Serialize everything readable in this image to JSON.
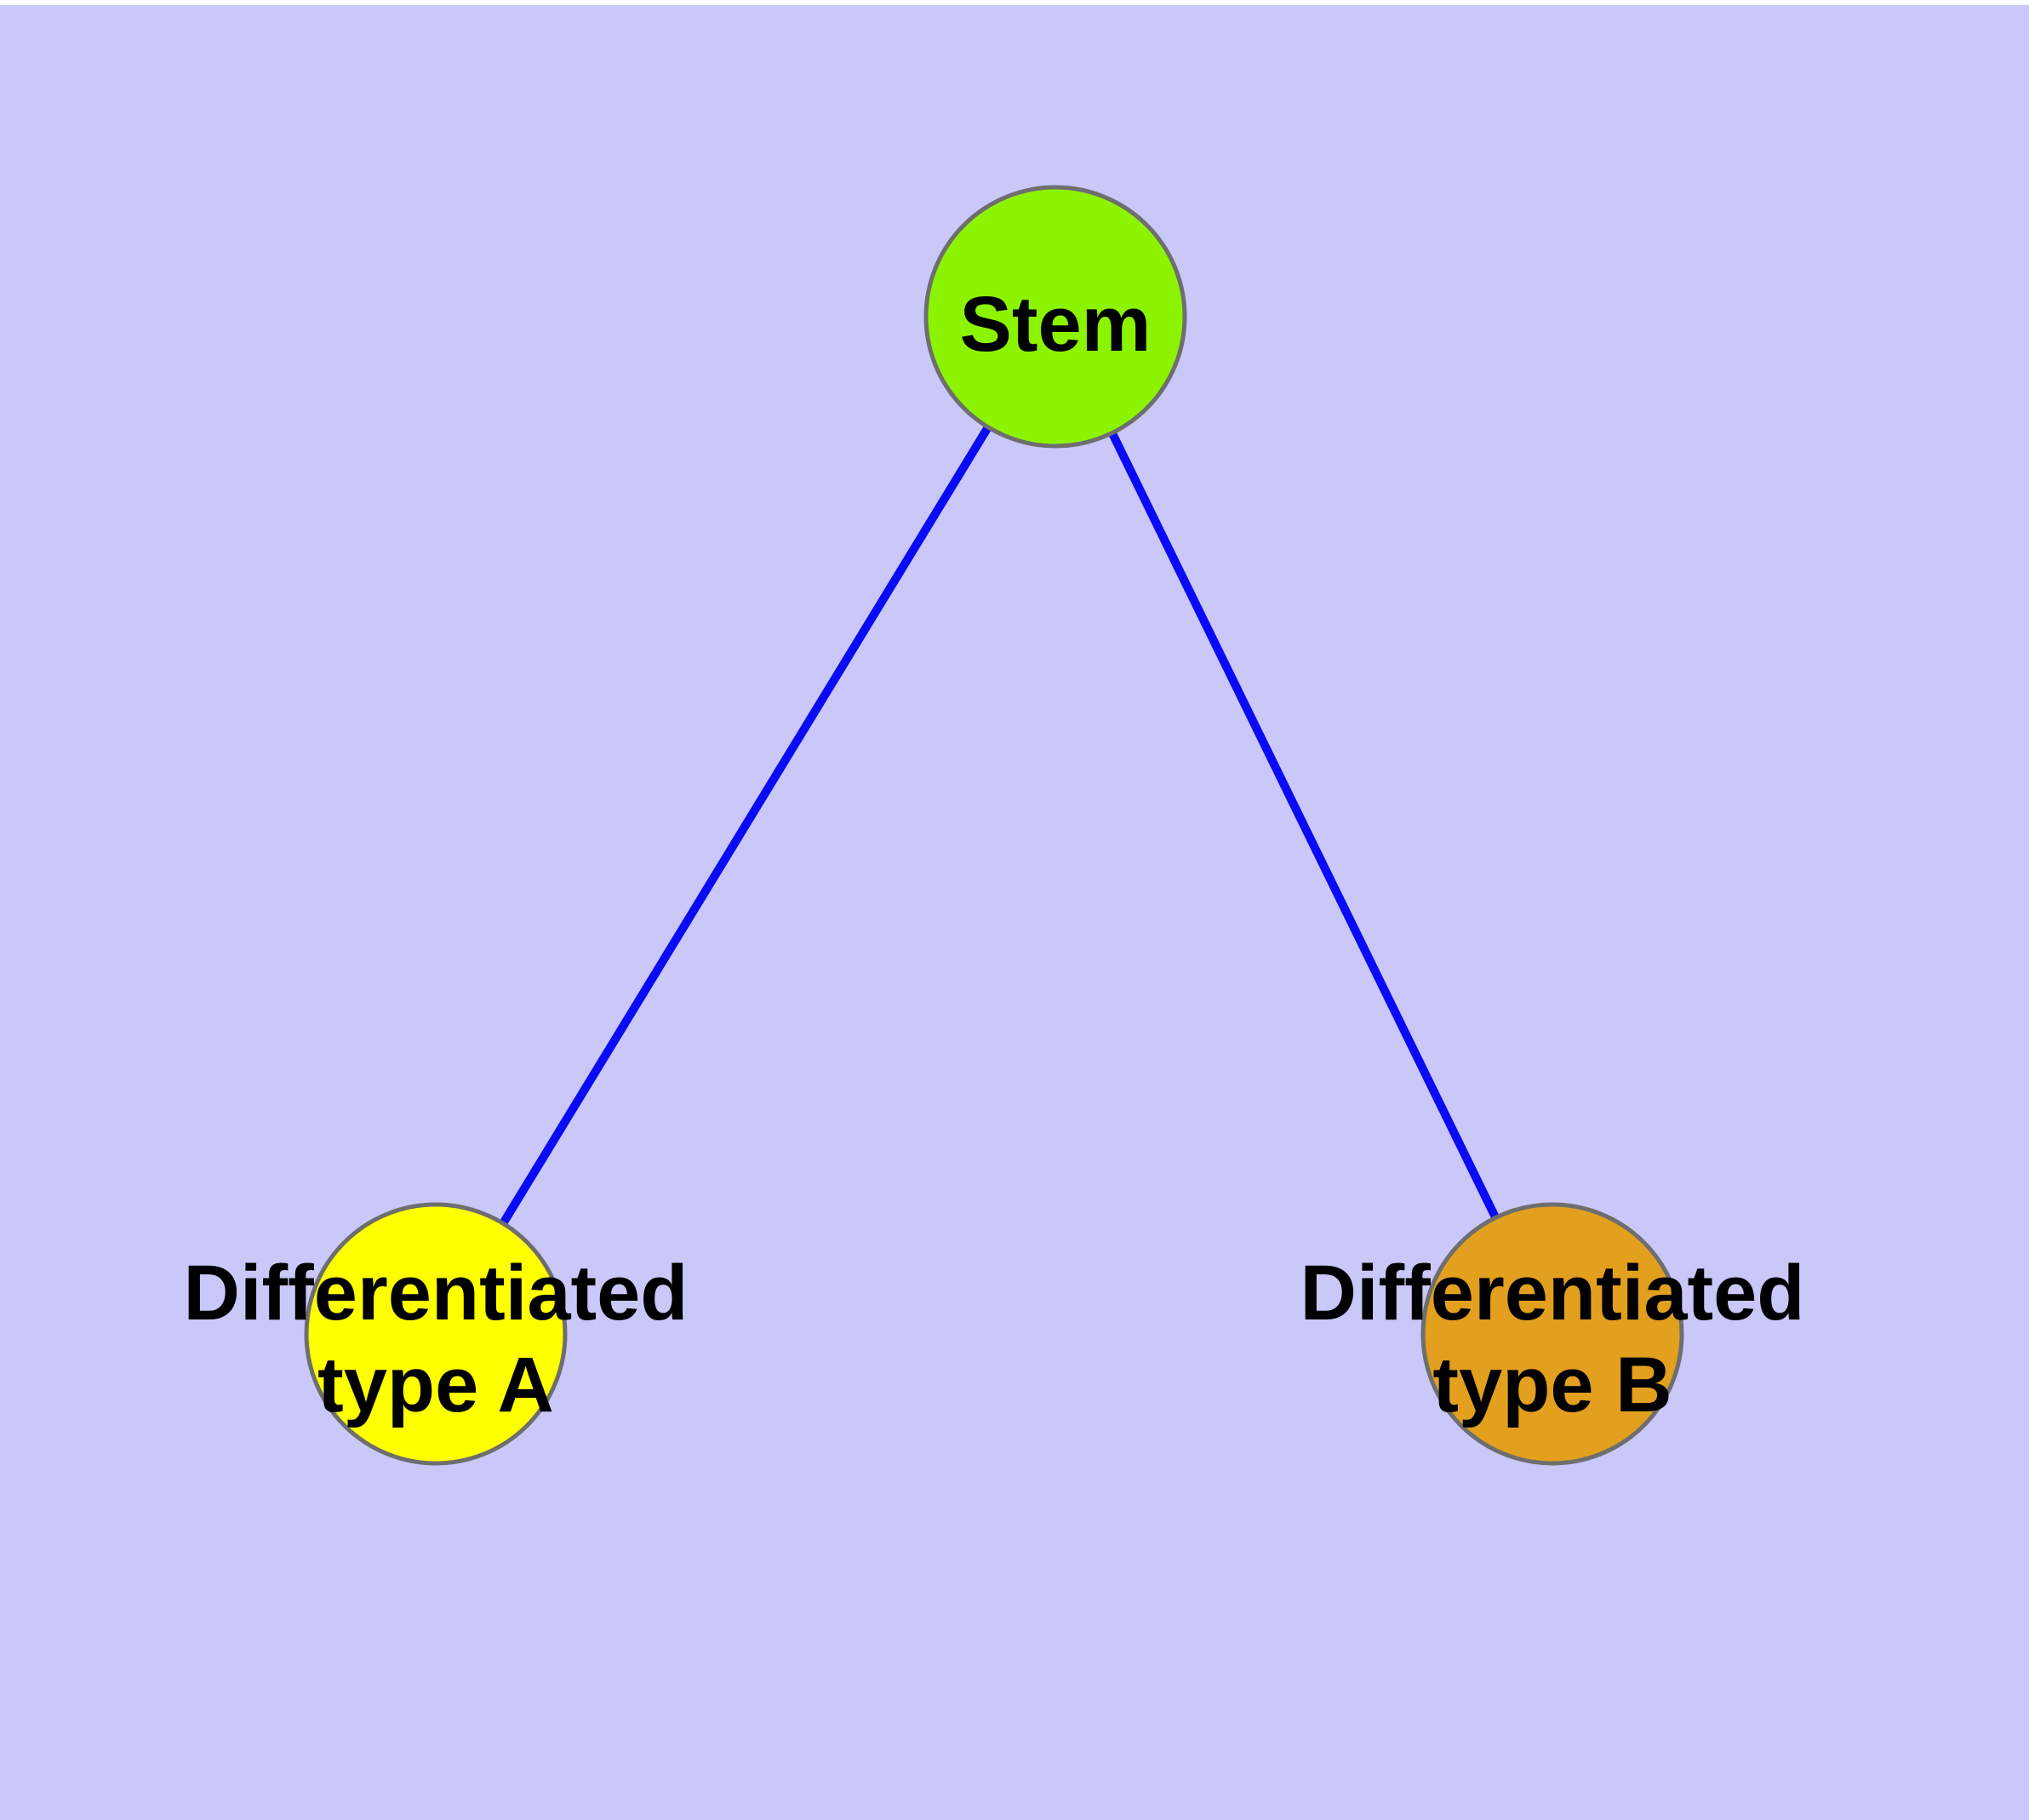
{
  "diagram": {
    "background_color": "#CAC8F9",
    "top_strip_color": "#FFFFFF",
    "text_color": "#000000",
    "node_border_color": "#6E6E6E",
    "nodes": {
      "stem": {
        "label": "Stem",
        "fill": "#8CF400"
      },
      "type_a": {
        "label_line1": "Differentiated",
        "label_line2": "type A",
        "fill": "#FFFF00"
      },
      "type_b": {
        "label_line1": "Differentiated",
        "label_line2": "type B",
        "fill": "#E2A01E"
      }
    },
    "edges": {
      "stem_type_a": {
        "from": "Stem",
        "to": "Differentiated type A",
        "color": "#0A0AF5"
      },
      "stem_type_b": {
        "from": "Stem",
        "to": "Differentiated type B",
        "color": "#0A0AF5"
      }
    }
  }
}
